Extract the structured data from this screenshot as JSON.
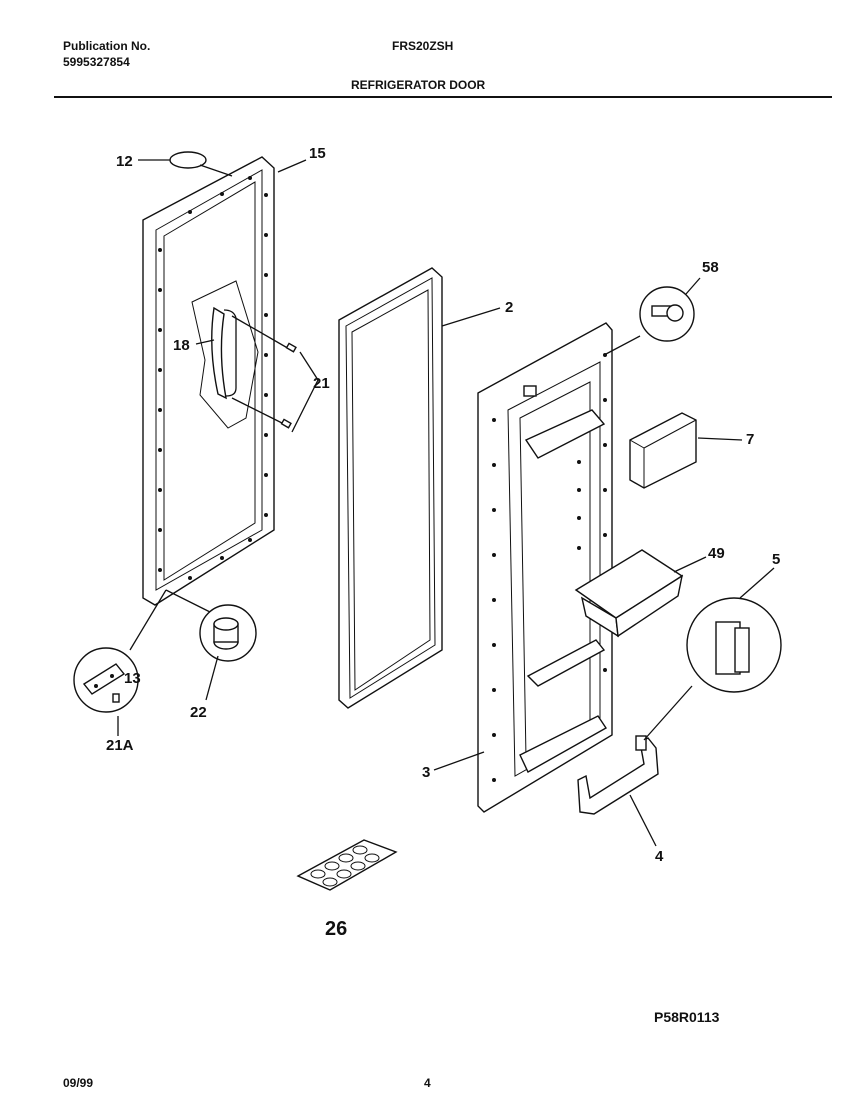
{
  "header": {
    "publication_label": "Publication No.",
    "publication_number": "5995327854",
    "model": "FRS20ZSH",
    "section_title": "REFRIGERATOR DOOR"
  },
  "callouts": {
    "c12": "12",
    "c15": "15",
    "c18": "18",
    "c21": "21",
    "c2": "2",
    "c58": "58",
    "c7": "7",
    "c49": "49",
    "c5": "5",
    "c13": "13",
    "c22": "22",
    "c21a": "21A",
    "c3": "3",
    "c4": "4",
    "c26": "26"
  },
  "footer": {
    "drawing_code": "P58R0113",
    "date": "09/99",
    "page": "4"
  }
}
